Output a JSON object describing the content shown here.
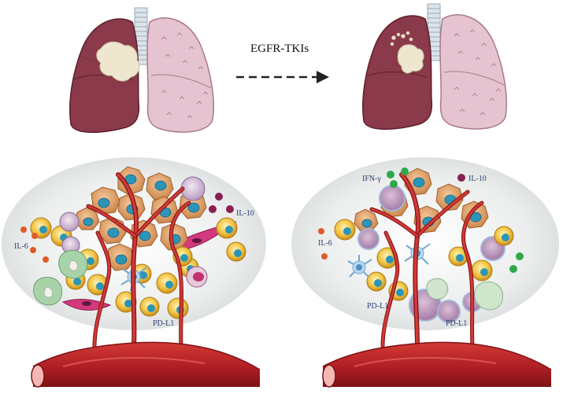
{
  "arrow": {
    "label": "EGFR-TKIs"
  },
  "left_panel": {
    "il6": "IL-6",
    "il10": "IL-10",
    "pdl1": "PD-L1"
  },
  "right_panel": {
    "ifng": "IFN-γ",
    "il10": "IL-10",
    "il6": "IL-6",
    "pdl1_a": "PD-L1",
    "pdl1_b": "PD-L1"
  },
  "colors": {
    "lung_diseased": "#8a3a4a",
    "lung_healthy": "#e6c3d0",
    "tumor_cell": "#d69a62",
    "nucleus": "#2b95b8",
    "t_cell": "#f2c543",
    "vessel": "#b8262a",
    "il6_dot": "#e05a2b",
    "il10_dot": "#8a1f55",
    "ifng_dot": "#2ea84a"
  }
}
